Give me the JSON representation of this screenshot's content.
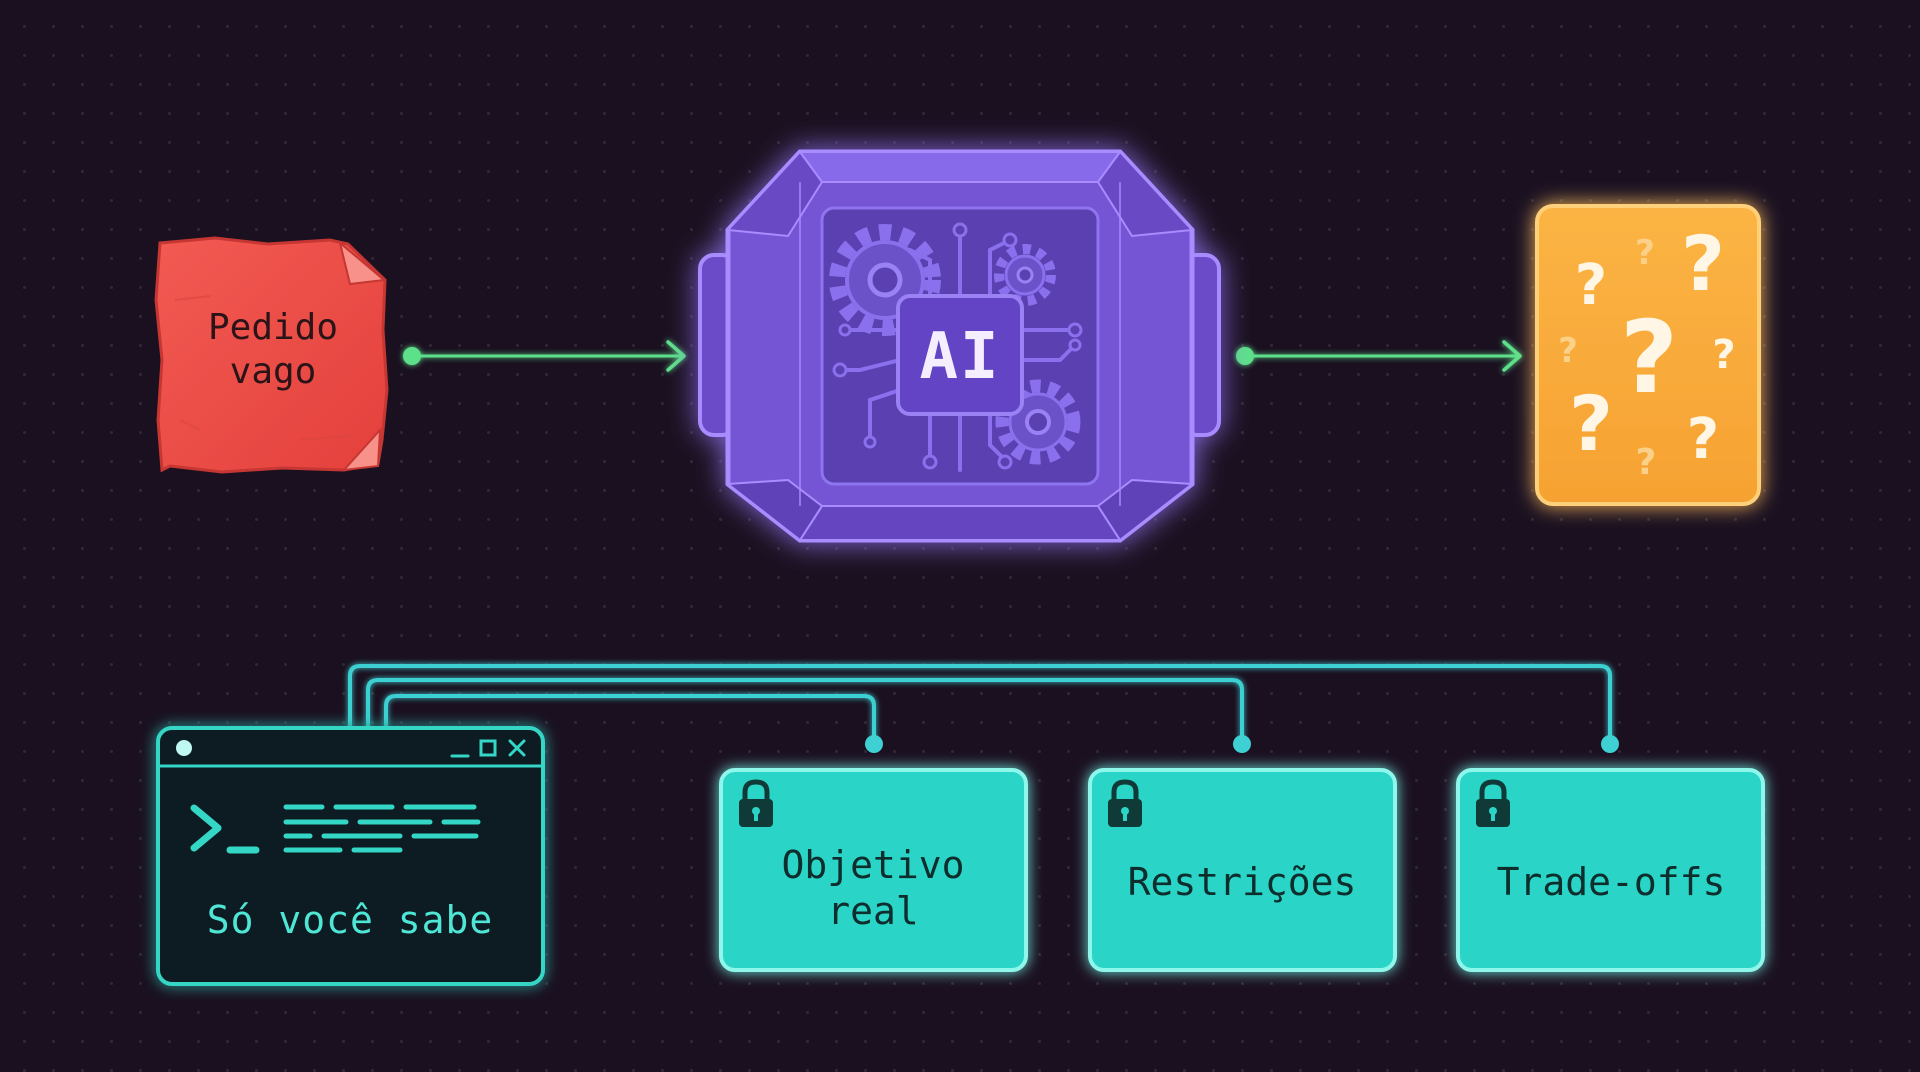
{
  "input_card": {
    "label": "Pedido\nvago",
    "color": "#f0504a"
  },
  "processor": {
    "label": "AI",
    "color": "#7a5ad8",
    "glow": "#a07cff"
  },
  "output_card": {
    "icon": "question-marks-icon",
    "color": "#f8ac3a"
  },
  "terminal": {
    "label": "Só você sabe",
    "color": "#34d6c6"
  },
  "hidden_items": [
    {
      "label": "Objetivo\nreal"
    },
    {
      "label": "Restrições"
    },
    {
      "label": "Trade-offs"
    }
  ],
  "colors": {
    "connector_arrow": "#5de08a",
    "teal_box": "#2ad4c6",
    "teal_line": "#3ed0d2"
  }
}
